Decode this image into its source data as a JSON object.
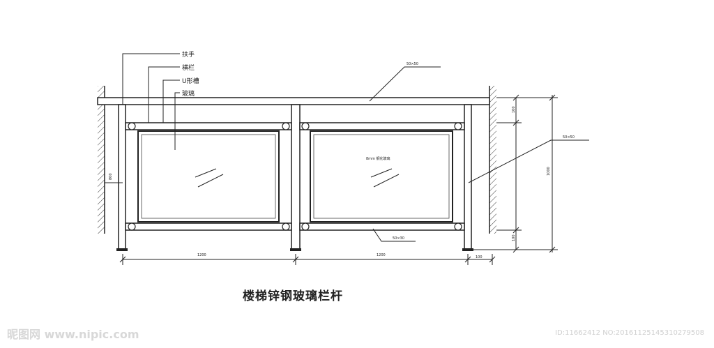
{
  "title": "楼梯锌钢玻璃栏杆",
  "callouts": {
    "handrail": "扶手",
    "rail": "横栏",
    "u_channel": "U形槽",
    "glass": "玻璃"
  },
  "notes": {
    "top_rail_spec": "50×50",
    "post_spec": "50×50",
    "bottom_rail_spec": "50×30",
    "glass_spec": "8mm 钢化玻璃"
  },
  "dimensions": {
    "left_side_height": "800",
    "right_top_gap": "100",
    "right_total_height": "1000",
    "right_bottom_gap": "100",
    "bay_left": "1200",
    "bay_right": "1200",
    "end_offset": "100"
  },
  "watermark": {
    "site": "昵图网 www.nipic.com",
    "id": "ID:11662412 NO:20161125145310279508"
  }
}
